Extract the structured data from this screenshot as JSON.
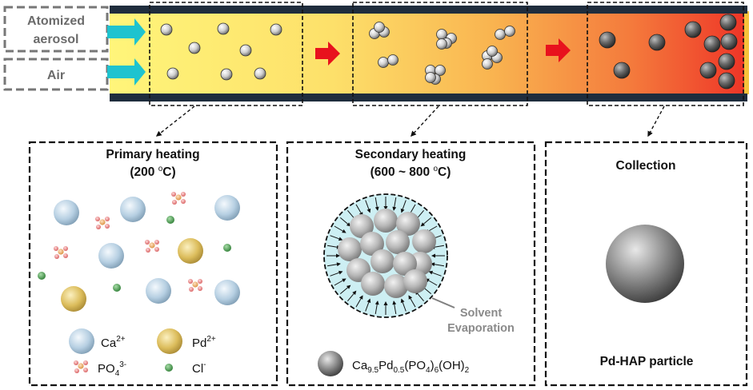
{
  "inputs": {
    "aerosol_label": "Atomized\naerosol",
    "air_label": "Air"
  },
  "panels": {
    "primary": {
      "title": "Primary heating",
      "temp_prefix": "(200 ",
      "temp_unit": "o",
      "temp_suffix": "C)",
      "legend": {
        "ca": {
          "base": "Ca",
          "sup": "2+"
        },
        "pd": {
          "base": "Pd",
          "sup": "2+"
        },
        "po4": {
          "base": "PO",
          "sub": "4",
          "sup": "3-"
        },
        "cl": {
          "base": "Cl",
          "sup": "-"
        }
      }
    },
    "secondary": {
      "title": "Secondary heating",
      "temp_prefix": "(600 ~ 800 ",
      "temp_unit": "o",
      "temp_suffix": "C)",
      "annotation_line1": "Solvent",
      "annotation_line2": "Evaporation",
      "formula": {
        "p1": "Ca",
        "s1": "9.5",
        "p2": "Pd",
        "s2": "0.5",
        "p3": "(PO",
        "s3": "4",
        "p4": ")",
        "s4": "6",
        "p5": "(OH)",
        "s5": "2"
      }
    },
    "collection": {
      "title": "Collection",
      "product": "Pd-HAP particle"
    }
  },
  "colors": {
    "tube_wall": "#1f2d3d",
    "tube_start": "#fff57a",
    "tube_mid": "#fbc04a",
    "tube_end": "#f0392a",
    "arrow_in": "#1ec3cf",
    "arrow_flow": "#e8111d",
    "ca_ion": "#b9d3e6",
    "pd_ion": "#e3c15e",
    "cl_ion": "#3d9a46",
    "solvent": "#cdeff3"
  }
}
